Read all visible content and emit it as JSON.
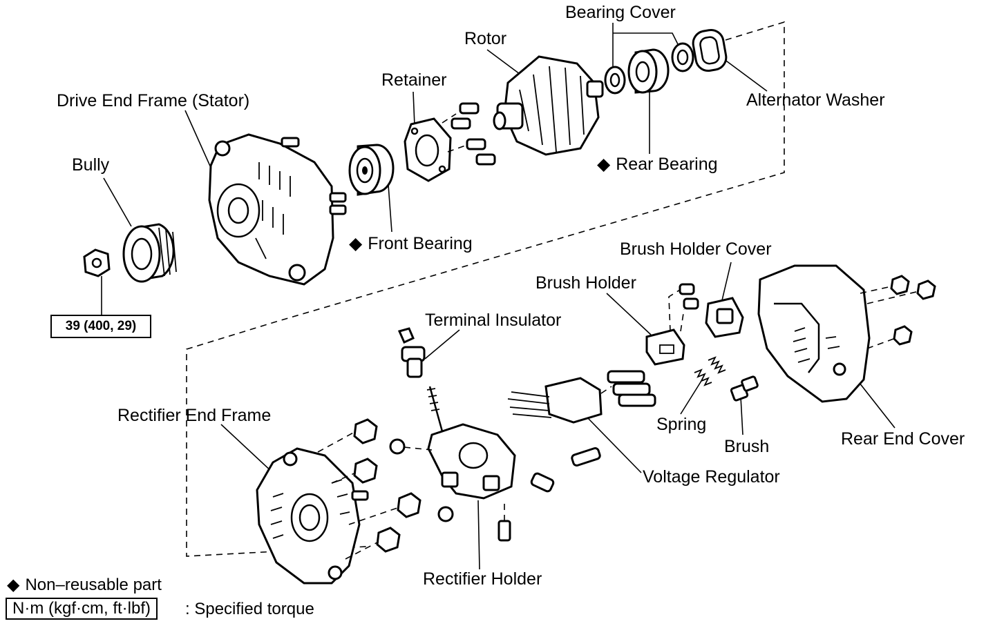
{
  "labels": {
    "bearing_cover": "Bearing Cover",
    "rotor": "Rotor",
    "retainer": "Retainer",
    "drive_end_frame": "Drive End Frame (Stator)",
    "alternator_washer": "Alternator Washer",
    "bully": "Bully",
    "rear_bearing": "Rear Bearing",
    "front_bearing": "Front Bearing",
    "brush_holder_cover": "Brush Holder Cover",
    "brush_holder": "Brush Holder",
    "terminal_insulator": "Terminal Insulator",
    "rectifier_end_frame": "Rectifier End Frame",
    "spring": "Spring",
    "brush": "Brush",
    "rear_end_cover": "Rear End Cover",
    "voltage_regulator": "Voltage Regulator",
    "rectifier_holder": "Rectifier Holder"
  },
  "diamond_symbol": "◆",
  "torque_value": "39 (400, 29)",
  "legend": {
    "non_reusable": "Non–reusable part",
    "torque_unit": "N·m (kgf·cm, ft·lbf)",
    "specified_torque": ": Specified torque"
  }
}
